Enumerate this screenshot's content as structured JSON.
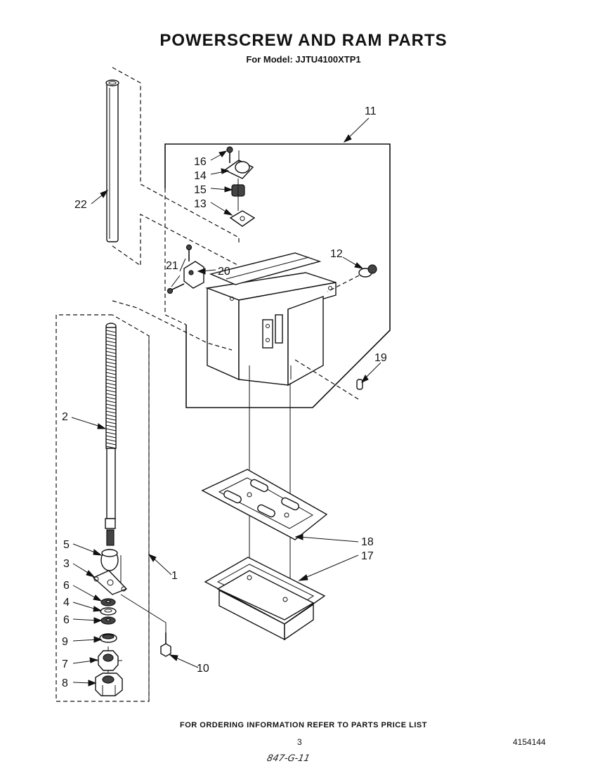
{
  "header": {
    "title": "POWERSCREW AND RAM PARTS",
    "subtitle": "For Model: JJTU4100XTP1"
  },
  "callouts": {
    "c1": "1",
    "c2": "2",
    "c3": "3",
    "c4": "4",
    "c5": "5",
    "c6a": "6",
    "c6b": "6",
    "c7": "7",
    "c8": "8",
    "c9": "9",
    "c10": "10",
    "c11": "11",
    "c12": "12",
    "c13": "13",
    "c14": "14",
    "c15": "15",
    "c16": "16",
    "c17": "17",
    "c18": "18",
    "c19": "19",
    "c20": "20",
    "c21": "21",
    "c22": "22"
  },
  "footer": {
    "ordering_note": "FOR ORDERING INFORMATION REFER TO PARTS PRICE LIST",
    "page_number": "3",
    "document_number": "4154144",
    "handwritten_code": "847-G-11"
  }
}
